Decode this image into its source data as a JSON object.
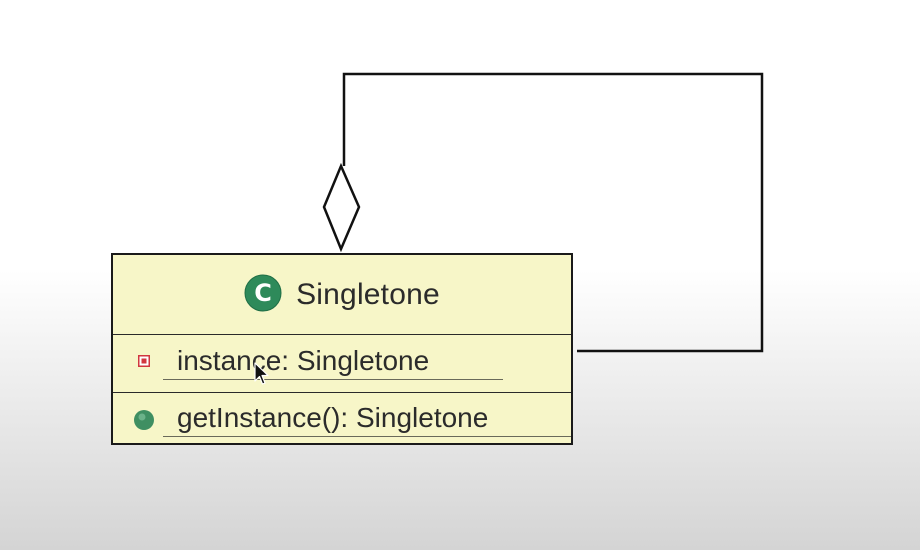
{
  "diagram": {
    "class": {
      "name": "Singletone",
      "stereotype_icon": "class-icon",
      "stereotype_letter": "C",
      "attributes": [
        {
          "visibility": "private",
          "icon": "private-icon",
          "text": "instance: Singletone",
          "static": true
        }
      ],
      "operations": [
        {
          "visibility": "public",
          "icon": "public-icon",
          "text": "getInstance(): Singletone",
          "static": true
        }
      ]
    },
    "relationship": {
      "type": "aggregation",
      "source": "Singletone",
      "target": "Singletone",
      "self_reference": true
    }
  },
  "colors": {
    "class_fill": "#f7f6c8",
    "class_border": "#1a1a1a",
    "class_icon": "#2e8a5a",
    "private_icon": "#d2373f",
    "public_icon": "#3f8f62",
    "line": "#111111"
  }
}
